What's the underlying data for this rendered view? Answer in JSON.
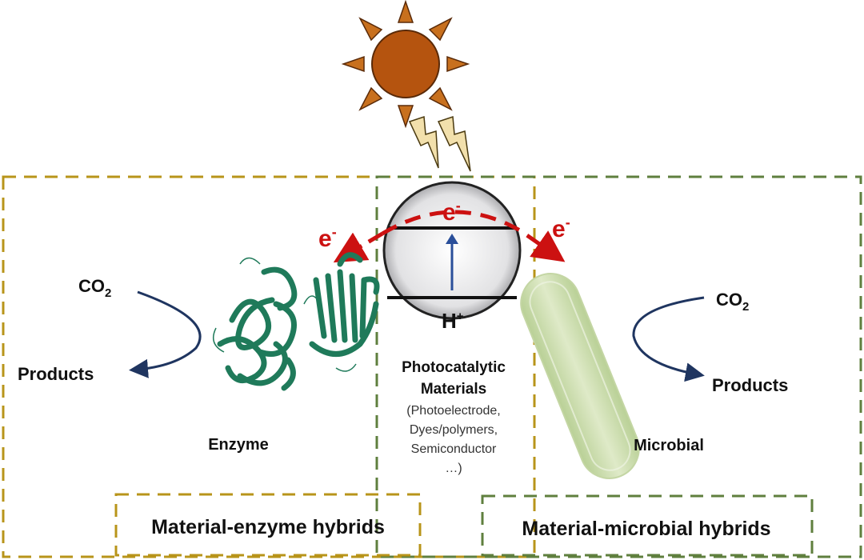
{
  "colors": {
    "enzyme_box": "#b8941a",
    "microbial_box": "#5f7f3e",
    "sun": "#b5540f",
    "electron": "#cc1111",
    "arrow_blue": "#2a4f9a",
    "curve_arrow": "#1f3560",
    "enzyme_ribbon": "#1f7a5a",
    "microbe": "#cfe0b0"
  },
  "center": {
    "electron_top": {
      "base": "e",
      "sup": "-"
    },
    "hole": {
      "base": "H",
      "sup": "+"
    },
    "title_line1": "Photocatalytic",
    "title_line2": "Materials",
    "sub_line1": "(Photoelectrode,",
    "sub_line2": "Dyes/polymers,",
    "sub_line3": "Semiconductor",
    "sub_line4": "…)"
  },
  "left": {
    "electron": {
      "base": "e",
      "sup": "-"
    },
    "co2": {
      "base": "CO",
      "sub": "2"
    },
    "products": "Products",
    "organism_label": "Enzyme",
    "hybrid_label": "Material-enzyme hybrids"
  },
  "right": {
    "electron": {
      "base": "e",
      "sup": "-"
    },
    "co2": {
      "base": "CO",
      "sub": "2"
    },
    "products": "Products",
    "organism_label": "Microbial",
    "hybrid_label": "Material-microbial hybrids"
  }
}
